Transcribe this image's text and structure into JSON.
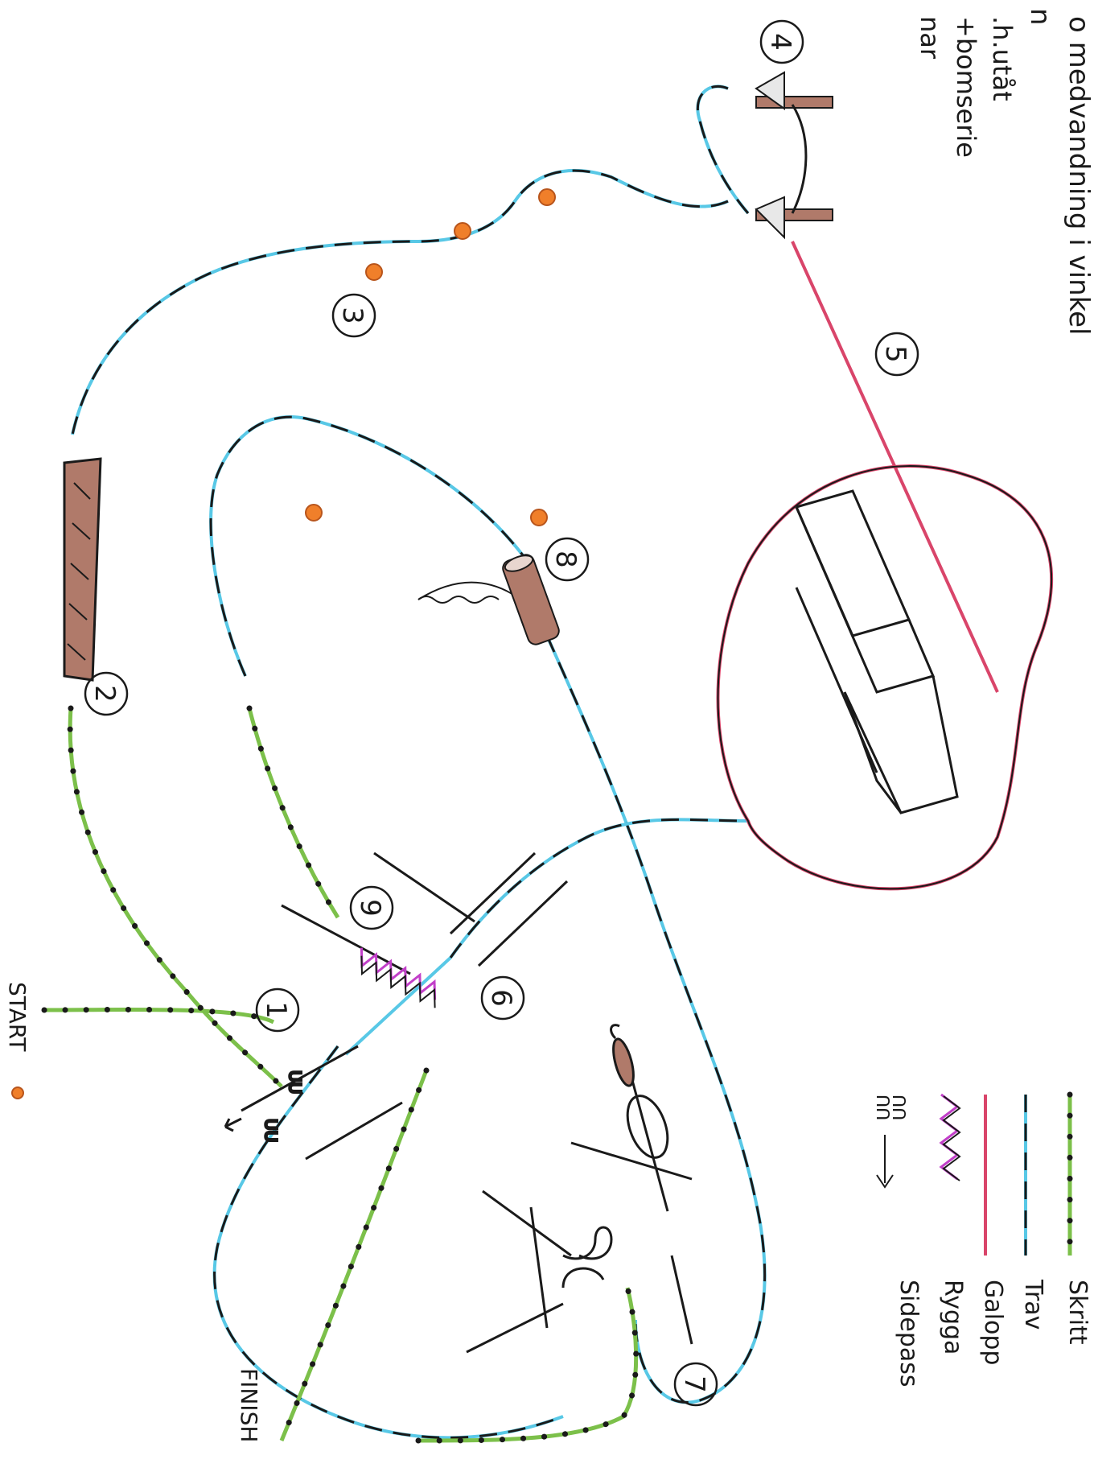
{
  "notes": {
    "line1": "o medvandning i vinkel",
    "line2": "n",
    "line3": ".h.utåt",
    "line4": "+bomserie",
    "line5": "nar"
  },
  "markers": {
    "start": "START",
    "finish": "FINISH"
  },
  "stations": [
    "1",
    "2",
    "3",
    "4",
    "5",
    "6",
    "7",
    "8",
    "9"
  ],
  "legend": {
    "items": [
      {
        "label": "Skritt",
        "color": "#7cc04a"
      },
      {
        "label": "Trav",
        "color": "#58c8e6"
      },
      {
        "label": "Galopp",
        "color": "#d9456a"
      },
      {
        "label": "Rygga",
        "color": "#c23fc9"
      },
      {
        "label": "Sidepass",
        "color": "#1a1a1a"
      }
    ]
  },
  "colors": {
    "walk": "#7cc04a",
    "trot": "#58c8e6",
    "canter": "#d9456a",
    "backup": "#c23fc9",
    "ink": "#1a1a1a",
    "cone": "#f07f2a",
    "wood": "#b07a6a"
  }
}
